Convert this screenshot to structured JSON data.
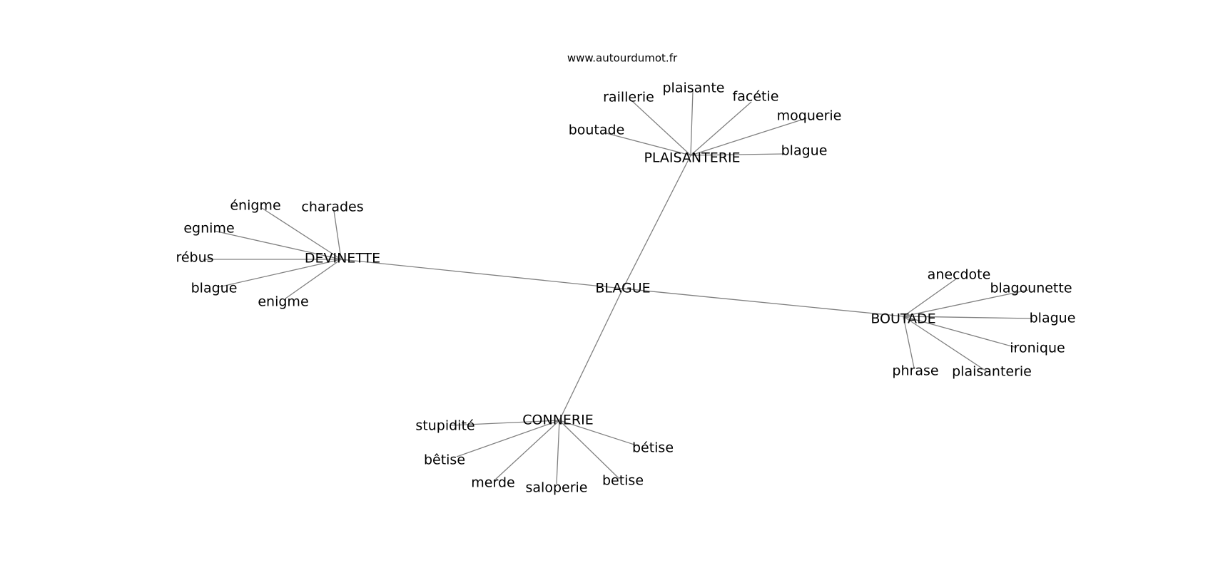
{
  "watermark": "www.autourdumot.fr",
  "center": "BLAGUE",
  "clusters": [
    {
      "hub": "PLAISANTERIE",
      "leaves": [
        "raillerie",
        "plaisante",
        "facétie",
        "moquerie",
        "boutade",
        "blague"
      ]
    },
    {
      "hub": "DEVINETTE",
      "leaves": [
        "énigme",
        "charades",
        "egnime",
        "rébus",
        "blague",
        "enigme"
      ]
    },
    {
      "hub": "BOUTADE",
      "leaves": [
        "anecdote",
        "blagounette",
        "blague",
        "ironique",
        "phrase",
        "plaisanterie"
      ]
    },
    {
      "hub": "CONNERIE",
      "leaves": [
        "stupidité",
        "bêtise",
        "merde",
        "saloperie",
        "betise",
        "bétise"
      ]
    }
  ],
  "colors": {
    "edge": "#808080",
    "text": "#000000",
    "background": "#ffffff"
  }
}
